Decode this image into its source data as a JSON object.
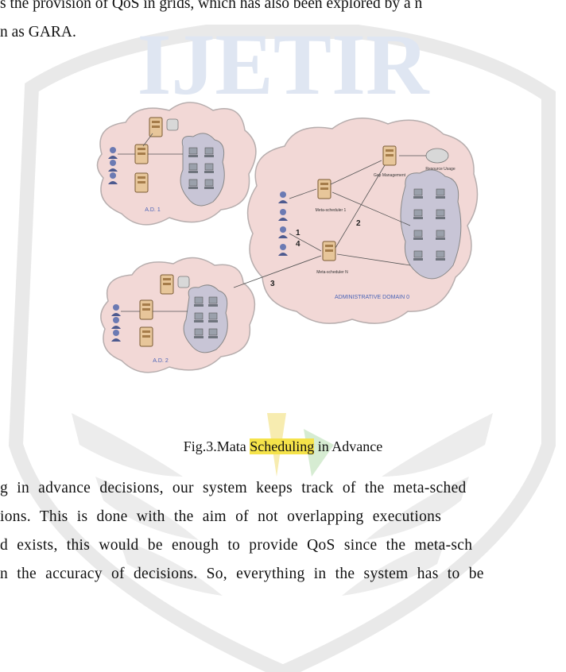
{
  "page": {
    "top_lines": [
      "s the provision of QoS in grids, which has also been explored by a n",
      "n as GARA."
    ],
    "watermark_text": "IJETIR",
    "bottom_lines": [
      "g in advance decisions, our system keeps track of the meta-sched",
      "ions. This is done with the aim of not overlapping executions",
      "d exists, this would be enough to provide QoS since the meta-sch",
      "n the accuracy of decisions. So, everything in the system has to be"
    ]
  },
  "figure": {
    "caption_prefix": "Fig.3.Mata ",
    "caption_highlight": "Scheduling",
    "caption_suffix": " in Advance",
    "ad1_label": "A.D. 1",
    "ad2_label": "A.D. 2",
    "main_label": "ADMINISTRATIVE DOMAIN 0",
    "meta_scheduler_1": "Meta-scheduler 1",
    "meta_scheduler_n": "Meta-scheduler N",
    "gap_management": "Gap Management",
    "resource_usage": "Resource Usage",
    "num_1": "1",
    "num_2": "2",
    "num_3": "3",
    "num_4": "4"
  },
  "colors": {
    "cloud_fill": "#f2d8d6",
    "cloud_stroke": "#b7aeae",
    "cluster_fill": "#c8c5d6",
    "watermark_blue": "#dfe6f2",
    "watermark_gray": "#e7e7e7",
    "highlight_yellow": "#f5e34a",
    "highlight_green": "#d6ecd2",
    "label_blue": "#4a63b7"
  }
}
